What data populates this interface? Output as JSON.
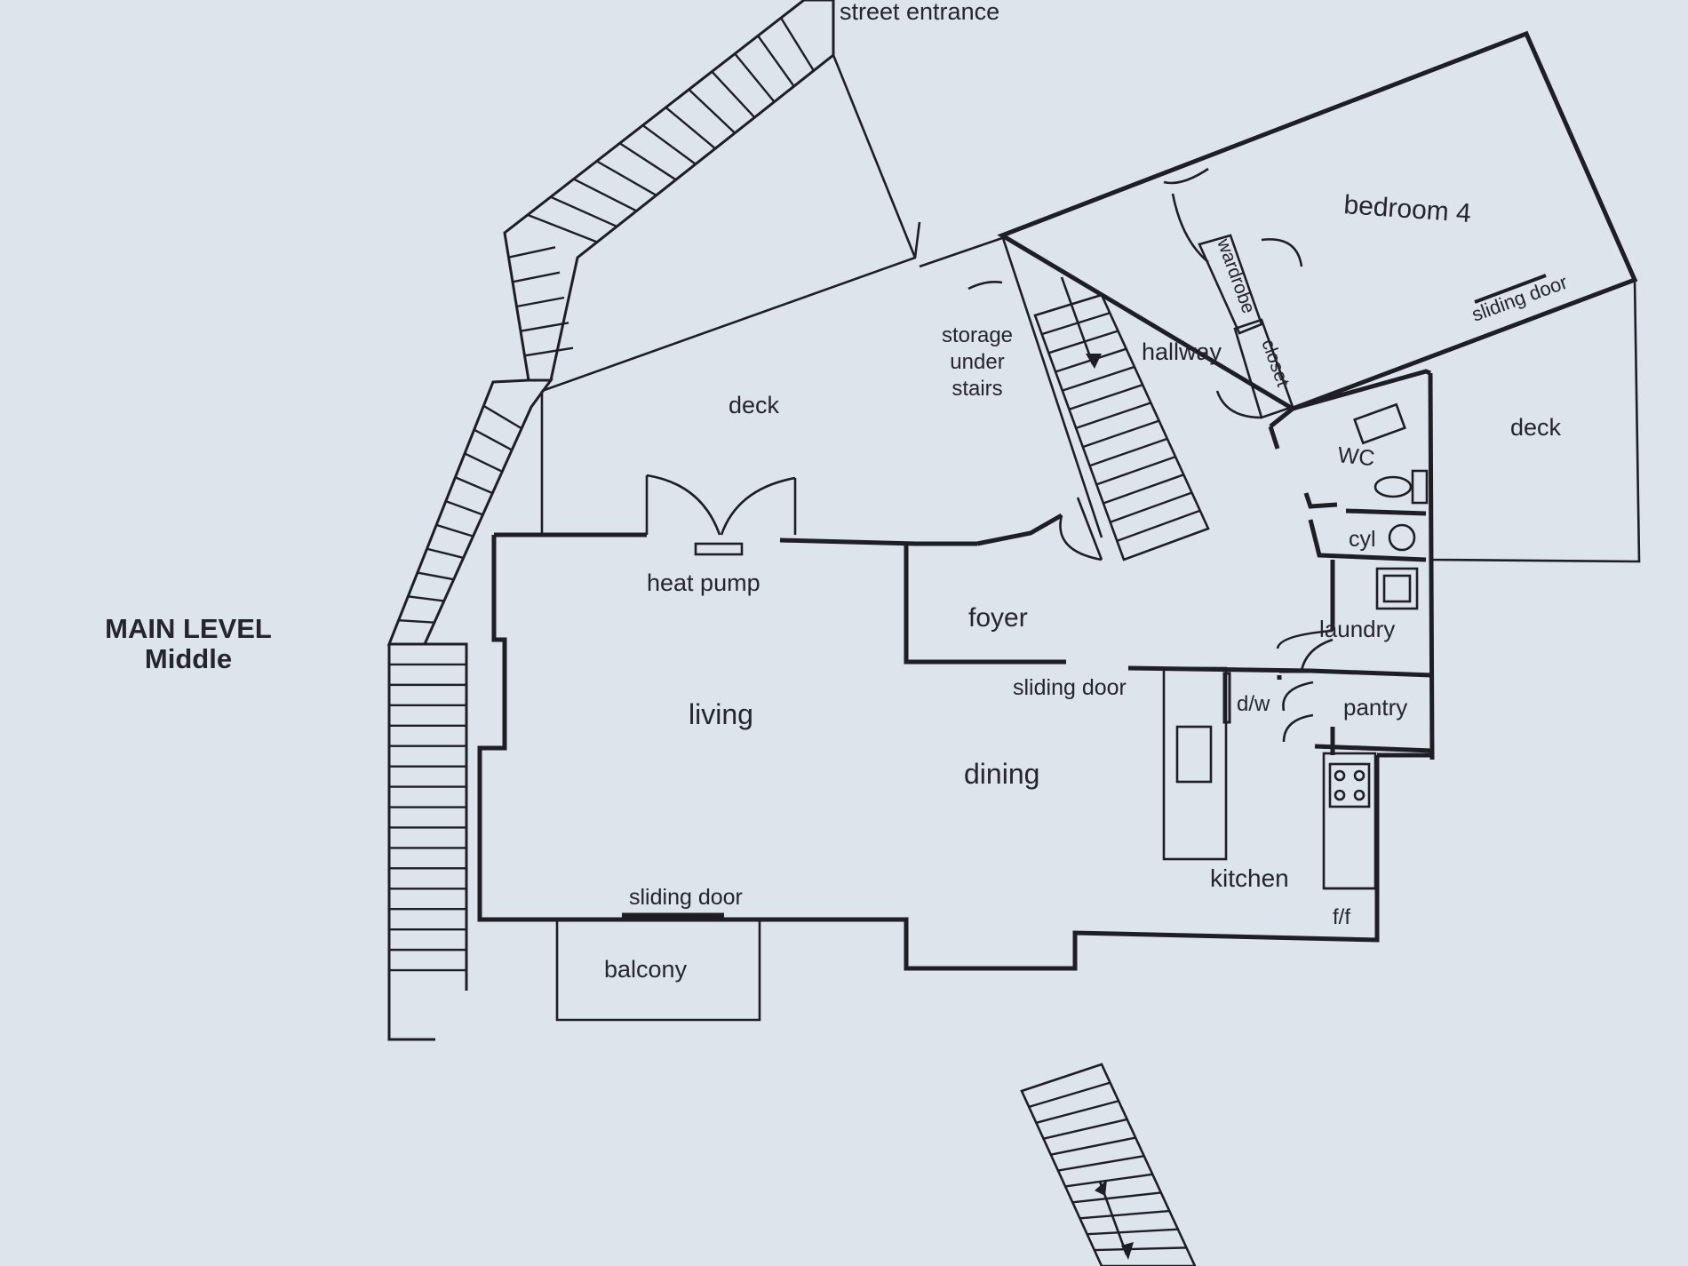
{
  "title": {
    "line1": "MAIN LEVEL",
    "line2": "Middle"
  },
  "labels": {
    "street_entrance": "street entrance",
    "bedroom4": "bedroom 4",
    "sliding_door_bedroom": "sliding door",
    "wardrobe": "wardrobe",
    "closet": "closet",
    "hallway": "hallway",
    "storage1": "storage",
    "storage2": "under",
    "storage3": "stairs",
    "deck_upper": "deck",
    "deck_right": "deck",
    "wc": "WC",
    "cyl": "cyl",
    "heat_pump": "heat pump",
    "foyer": "foyer",
    "laundry": "laundry",
    "sliding_door_foyer": "sliding door",
    "dw": "d/w",
    "pantry": "pantry",
    "living": "living",
    "dining": "dining",
    "kitchen": "kitchen",
    "ff": "f/f",
    "sliding_door_balcony": "sliding door",
    "balcony": "balcony"
  },
  "colors": {
    "paper": "#dde4ec",
    "ink": "#1e1e24"
  }
}
